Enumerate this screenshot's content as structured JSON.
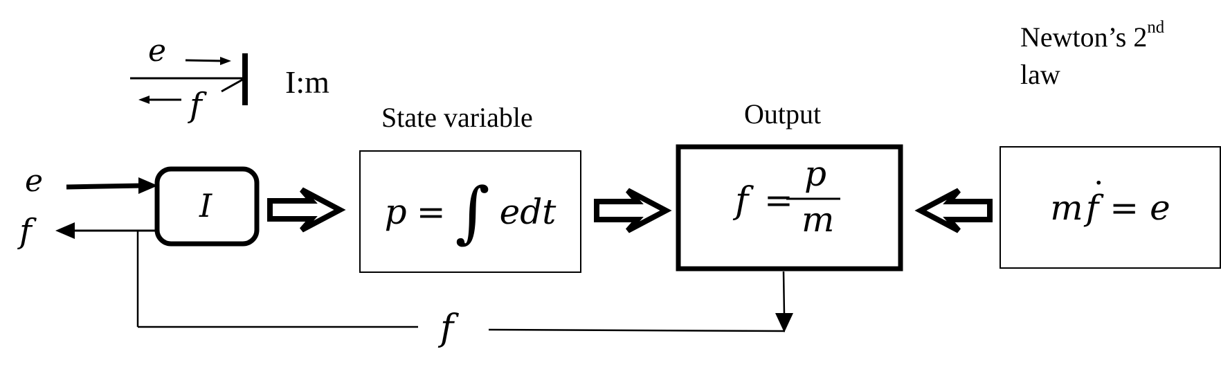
{
  "legend": {
    "effort_symbol": "e",
    "flow_symbol": "f",
    "element_label": "I:m"
  },
  "ports": {
    "input_effort": "e",
    "output_flow": "f"
  },
  "blocks": {
    "inertia": {
      "label": "I"
    },
    "state": {
      "heading": "State variable",
      "lhs": "p",
      "eq_sign": "=",
      "integral": "∫",
      "integrand": "edt"
    },
    "output": {
      "heading": "Output",
      "lhs": "f",
      "eq_sign": "=",
      "numerator": "p",
      "denominator": "m"
    },
    "law": {
      "heading_main": "Newton’s 2",
      "heading_sup": "nd",
      "heading_line2": "law",
      "m": "m",
      "fdot": "f",
      "dot": "˙",
      "eq_sign": "=",
      "rhs": "e"
    }
  },
  "feedback": {
    "label": "f"
  }
}
